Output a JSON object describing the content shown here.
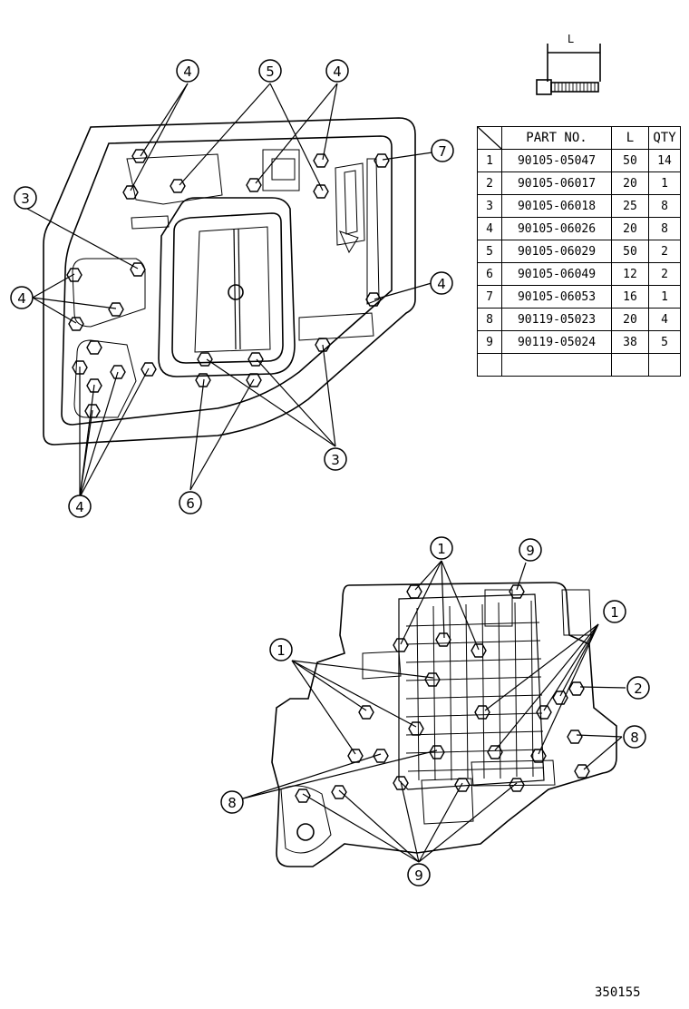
{
  "bolt_dimension_label": "L",
  "parts_table": {
    "headers": [
      "",
      "PART  NO.",
      "L",
      "QTY"
    ],
    "rows": [
      [
        "1",
        "90105-05047",
        "50",
        "14"
      ],
      [
        "2",
        "90105-06017",
        "20",
        "1"
      ],
      [
        "3",
        "90105-06018",
        "25",
        "8"
      ],
      [
        "4",
        "90105-06026",
        "20",
        "8"
      ],
      [
        "5",
        "90105-06029",
        "50",
        "2"
      ],
      [
        "6",
        "90105-06049",
        "12",
        "2"
      ],
      [
        "7",
        "90105-06053",
        "16",
        "1"
      ],
      [
        "8",
        "90119-05023",
        "20",
        "4"
      ],
      [
        "9",
        "90119-05024",
        "38",
        "5"
      ],
      [
        "",
        "",
        "",
        ""
      ]
    ]
  },
  "callouts": {
    "top_4a": "4",
    "top_5": "5",
    "top_4b": "4",
    "top_7": "7",
    "top_3a": "3",
    "top_4c": "4",
    "top_4d": "4",
    "top_3b": "3",
    "top_6": "6",
    "top_4e": "4",
    "bot_1a": "1",
    "bot_9a": "9",
    "bot_1b": "1",
    "bot_1c": "1",
    "bot_2": "2",
    "bot_8a": "8",
    "bot_8b": "8",
    "bot_9b": "9"
  },
  "document_id": "350155"
}
